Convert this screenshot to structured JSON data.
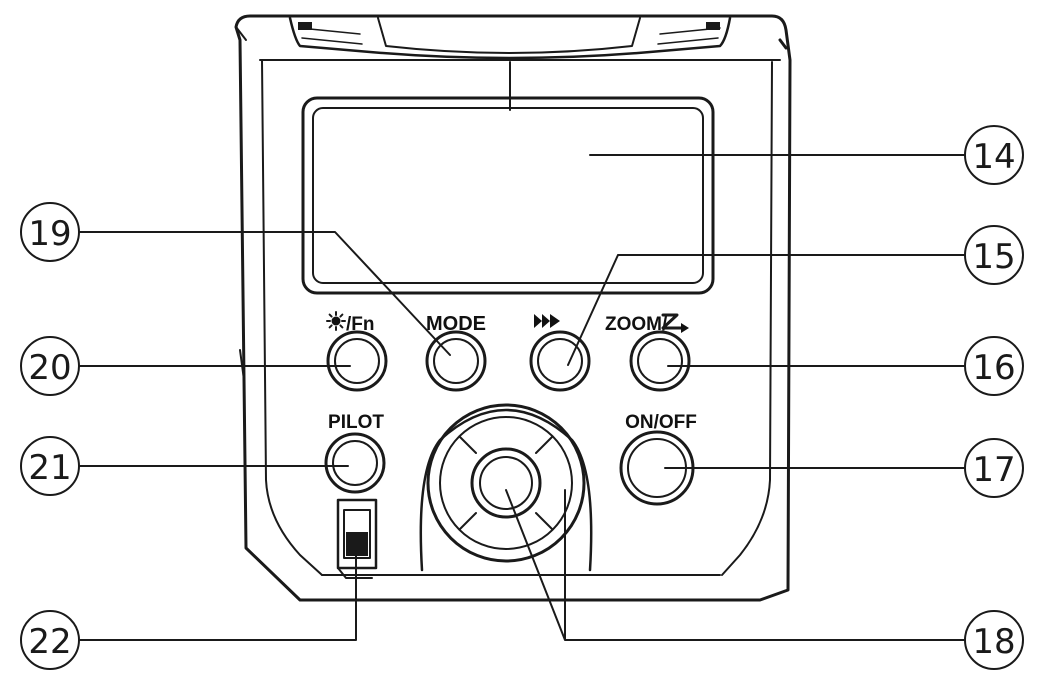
{
  "colors": {
    "line": "#1a1a1a",
    "background": "#ffffff"
  },
  "button_labels": {
    "fn": "/Fn",
    "mode": "MODE",
    "zoom": "ZOOM/",
    "pilot": "PILOT",
    "onoff": "ON/OFF"
  },
  "icons": {
    "fn": "sun-icon",
    "multi": "triple-triangle-icon",
    "zoom": "zoom-arrow-icon"
  },
  "callouts": {
    "c14": "14",
    "c15": "15",
    "c16": "16",
    "c17": "17",
    "c18": "18",
    "c19": "19",
    "c20": "20",
    "c21": "21",
    "c22": "22"
  }
}
